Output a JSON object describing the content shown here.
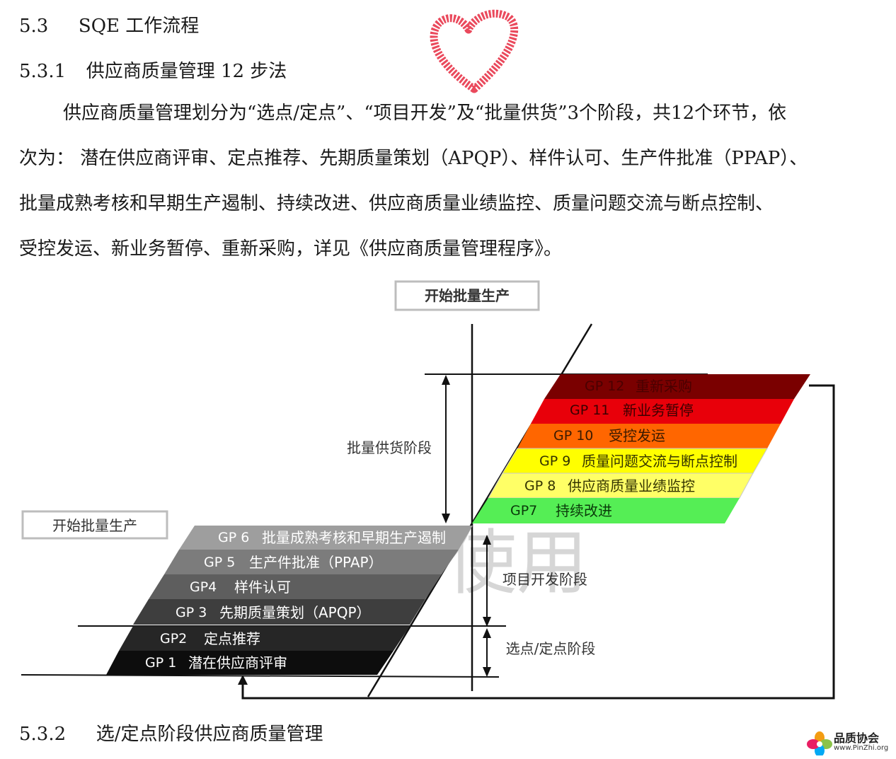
{
  "section": {
    "number": "5.3",
    "title": "SQE 工作流程"
  },
  "subsection_1": {
    "number": "5.3.1",
    "title": "供应商质量管理 12 步法"
  },
  "paragraph": {
    "line1": "供应商质量管理划分为“选点/定点”、“项目开发”及“批量供货”3个阶段，共12个环节，依",
    "line2": "次为： 潜在供应商评审、定点推荐、先期质量策划（APQP）、样件认可、生产件批准（PPAP）、",
    "line3": "批量成熟考核和早期生产遏制、持续改进、供应商质量业绩监控、质量问题交流与断点控制、",
    "line4": "受控发运、新业务暂停、重新采购，详见《供应商质量管理程序》。"
  },
  "diagram": {
    "top_box": "开始批量生产",
    "left_box": "开始批量生产",
    "phase_batch": "批量供货阶段",
    "phase_project": "项目开发阶段",
    "phase_select": "选点/定点阶段",
    "watermark": "内部使用",
    "steps_upper": [
      {
        "code": "GP 12",
        "name": "重新采购",
        "color": "#7a0000",
        "text_color": "#4a0000"
      },
      {
        "code": "GP 11",
        "name": "新业务暂停",
        "color": "#e8000a",
        "text_color": "#3a0000"
      },
      {
        "code": "GP 10",
        "name": "受控发运",
        "color": "#ff6600",
        "text_color": "#3a1a00"
      },
      {
        "code": "GP 9",
        "name": "质量问题交流与断点控制",
        "color": "#ffff00",
        "text_color": "#333300"
      },
      {
        "code": "GP 8",
        "name": "供应商质量业绩监控",
        "color": "#ffff66",
        "text_color": "#333300"
      },
      {
        "code": "GP7",
        "name": "持续改进",
        "color": "#55ee55",
        "text_color": "#0a3a0a"
      }
    ],
    "steps_lower": [
      {
        "code": "GP 6",
        "name": "批量成熟考核和早期生产遏制",
        "color": "#9e9e9e",
        "text_color": "#ffffff"
      },
      {
        "code": "GP 5",
        "name": "生产件批准（PPAP）",
        "color": "#7c7c7c",
        "text_color": "#ffffff"
      },
      {
        "code": "GP4",
        "name": "样件认可",
        "color": "#5e5e5e",
        "text_color": "#ffffff"
      },
      {
        "code": "GP 3",
        "name": "先期质量策划（APQP）",
        "color": "#3e3e3e",
        "text_color": "#ffffff"
      },
      {
        "code": "GP2",
        "name": "定点推荐",
        "color": "#262626",
        "text_color": "#ffffff"
      },
      {
        "code": "GP 1",
        "name": "潜在供应商评审",
        "color": "#0d0d0d",
        "text_color": "#ffffff"
      }
    ],
    "heart_color": "#e8354a"
  },
  "subsection_2": {
    "number": "5.3.2",
    "title": "选/定点阶段供应商质量管理"
  },
  "logo": {
    "name": "品质协会",
    "url": "www.PinZhi.org"
  }
}
